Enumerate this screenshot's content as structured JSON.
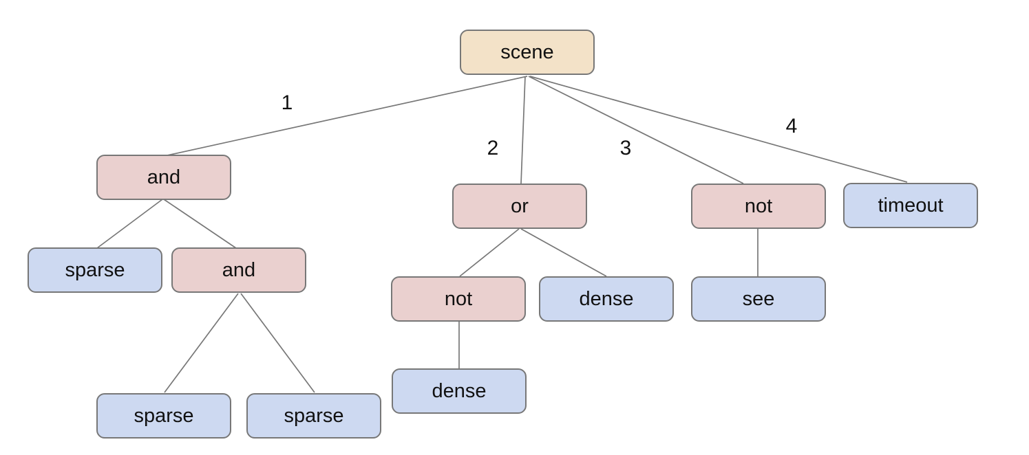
{
  "diagram_type": "tree",
  "colors": {
    "root-fill": "#f3e2c8",
    "operator-fill": "#ead0cf",
    "leaf-fill": "#cdd9f1",
    "node-border": "#777777",
    "edge-line": "#777777",
    "text": "#111111"
  },
  "nodes": [
    {
      "id": "scene",
      "label": "scene",
      "kind": "root"
    },
    {
      "id": "and-1",
      "label": "and",
      "kind": "operator"
    },
    {
      "id": "or",
      "label": "or",
      "kind": "operator"
    },
    {
      "id": "not-1",
      "label": "not",
      "kind": "operator"
    },
    {
      "id": "timeout",
      "label": "timeout",
      "kind": "leaf"
    },
    {
      "id": "sparse-1",
      "label": "sparse",
      "kind": "leaf"
    },
    {
      "id": "and-2",
      "label": "and",
      "kind": "operator"
    },
    {
      "id": "not-2",
      "label": "not",
      "kind": "operator"
    },
    {
      "id": "dense-1",
      "label": "dense",
      "kind": "leaf"
    },
    {
      "id": "see",
      "label": "see",
      "kind": "leaf"
    },
    {
      "id": "sparse-2",
      "label": "sparse",
      "kind": "leaf"
    },
    {
      "id": "sparse-3",
      "label": "sparse",
      "kind": "leaf"
    },
    {
      "id": "dense-2",
      "label": "dense",
      "kind": "leaf"
    }
  ],
  "edge_labels": [
    "1",
    "2",
    "3",
    "4"
  ],
  "edges": [
    {
      "from": "scene",
      "to": "and-1",
      "label": "1"
    },
    {
      "from": "scene",
      "to": "or",
      "label": "2"
    },
    {
      "from": "scene",
      "to": "not-1",
      "label": "3"
    },
    {
      "from": "scene",
      "to": "timeout",
      "label": "4"
    },
    {
      "from": "and-1",
      "to": "sparse-1",
      "label": ""
    },
    {
      "from": "and-1",
      "to": "and-2",
      "label": ""
    },
    {
      "from": "and-2",
      "to": "sparse-2",
      "label": ""
    },
    {
      "from": "and-2",
      "to": "sparse-3",
      "label": ""
    },
    {
      "from": "or",
      "to": "not-2",
      "label": ""
    },
    {
      "from": "or",
      "to": "dense-1",
      "label": ""
    },
    {
      "from": "not-2",
      "to": "dense-2",
      "label": ""
    },
    {
      "from": "not-1",
      "to": "see",
      "label": ""
    }
  ]
}
